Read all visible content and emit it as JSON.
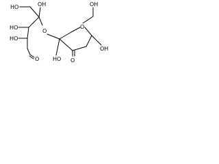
{
  "molecule": {
    "labels": {
      "ho_top": "HO",
      "ho_c2": "HO",
      "ho_c3": "HO",
      "o_aldehyde": "O",
      "o_glycosidic": "O",
      "o_ring": "O",
      "oh_ring_top": "OH",
      "oh_ring_right": "OH",
      "ho_ring_left": "HO",
      "o_ketone": "O"
    },
    "colors": {
      "bond": "#000000",
      "text": "#000000"
    }
  }
}
